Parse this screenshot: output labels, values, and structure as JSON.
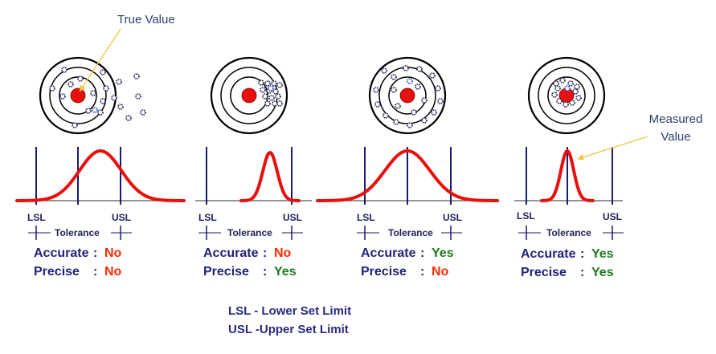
{
  "annotations": {
    "true_value": "True Value",
    "measured_value": "Measured Value"
  },
  "panels": [
    {
      "lsl": "LSL",
      "usl": "USL",
      "tolerance": "Tolerance",
      "accurate_label": "Accurate",
      "accurate_value": "No",
      "precise_label": "Precise",
      "precise_value": "No"
    },
    {
      "lsl": "LSL",
      "usl": "USL",
      "tolerance": "Tolerance",
      "accurate_label": "Accurate",
      "accurate_value": "No",
      "precise_label": "Precise",
      "precise_value": "Yes"
    },
    {
      "lsl": "LSL",
      "usl": "USL",
      "tolerance": "Tolerance",
      "accurate_label": "Accurate",
      "accurate_value": "Yes",
      "precise_label": "Precise",
      "precise_value": "No"
    },
    {
      "lsl": "LSL",
      "usl": "USL",
      "tolerance": "Tolerance",
      "accurate_label": "Accurate",
      "accurate_value": "Yes",
      "precise_label": "Precise",
      "precise_value": "Yes"
    }
  ],
  "legend": {
    "lsl_definition": "LSL - Lower Set Limit",
    "usl_definition": "USL -Upper Set Limit"
  },
  "colors": {
    "curve": "#e8100c",
    "bullseye": "#e8100c",
    "limit_line": "#1a1a70",
    "arrow": "#f5c542",
    "yes": "#1e7a1e",
    "no": "#ff2a00"
  }
}
